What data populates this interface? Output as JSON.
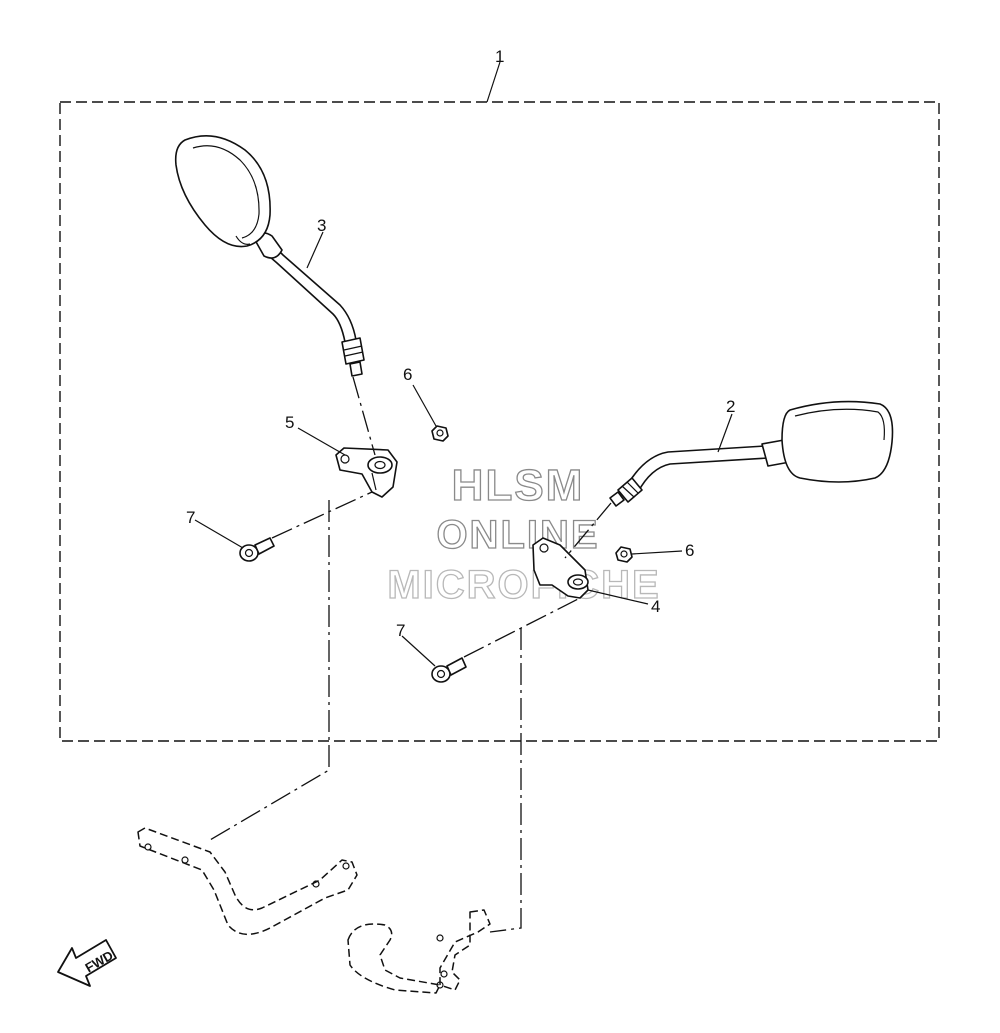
{
  "callouts": {
    "c1": "1",
    "c2": "2",
    "c3": "3",
    "c4": "4",
    "c5": "5",
    "c6a": "6",
    "c6b": "6",
    "c7a": "7",
    "c7b": "7"
  },
  "watermark": {
    "line1": "HLSM",
    "line2": "ONLINE",
    "line3": "MICROFICHE"
  },
  "fwd_label": "FWD"
}
